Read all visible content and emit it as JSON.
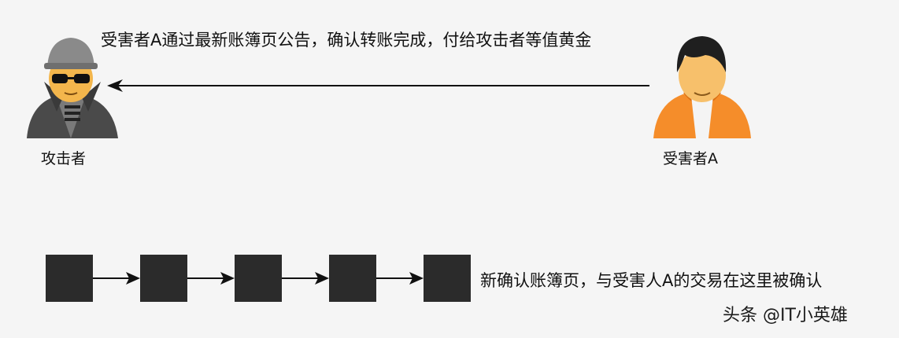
{
  "top_message": "受害者A通过最新账簿页公告，确认转账完成，付给攻击者等值黄金",
  "attacker": {
    "label": "攻击者",
    "icon": "hacker-icon"
  },
  "victim": {
    "label": "受害者A",
    "icon": "person-icon"
  },
  "chain": {
    "block_count": 5,
    "block_color": "#2b2b2b",
    "caption": "新确认账簿页，与受害人A的交易在这里被确认"
  },
  "watermark": "头条 @IT小英雄"
}
